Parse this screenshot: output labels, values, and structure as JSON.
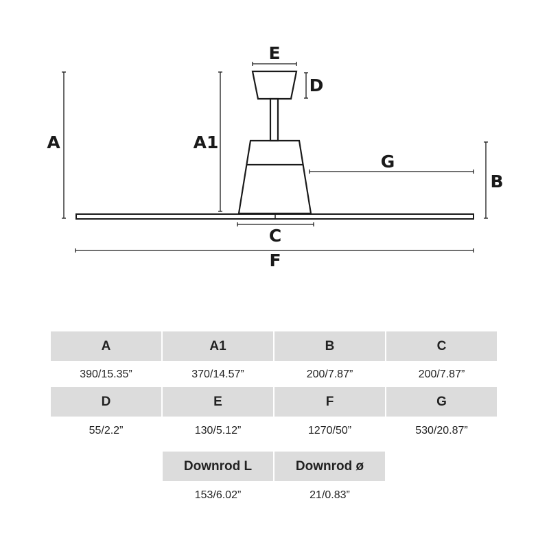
{
  "diagram": {
    "labels": {
      "A": "A",
      "A1": "A1",
      "B": "B",
      "C": "C",
      "D": "D",
      "E": "E",
      "F": "F",
      "G": "G"
    }
  },
  "table": {
    "rows": [
      {
        "headers": [
          "A",
          "A1",
          "B",
          "C"
        ],
        "values": [
          "390/15.35”",
          "370/14.57”",
          "200/7.87”",
          "200/7.87”"
        ]
      },
      {
        "headers": [
          "D",
          "E",
          "F",
          "G"
        ],
        "values": [
          "55/2.2”",
          "130/5.12”",
          "1270/50”",
          "530/20.87”"
        ]
      },
      {
        "headers": [
          "Downrod L",
          "Downrod ø"
        ],
        "values": [
          "153/6.02”",
          "21/0.83”"
        ]
      }
    ]
  },
  "colors": {
    "header_bg": "#dcdcdc",
    "line": "#1a1a1a"
  }
}
